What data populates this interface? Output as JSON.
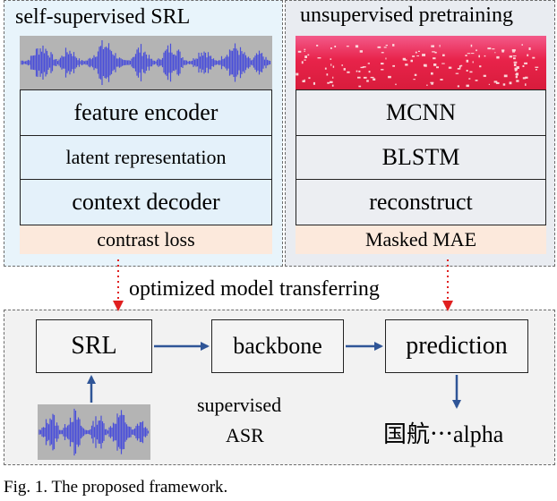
{
  "ssl_panel": {
    "title": "self-supervised SRL",
    "modules": [
      "feature encoder",
      "latent  representation",
      "context decoder"
    ],
    "loss": "contrast  loss"
  },
  "pretrain_panel": {
    "title": "unsupervised pretraining",
    "modules": [
      "MCNN",
      "BLSTM",
      "reconstruct"
    ],
    "loss": "Masked  MAE"
  },
  "transfer_label": "optimized model transferring",
  "asr_panel": {
    "srl": "SRL",
    "backbone": "backbone",
    "prediction": "prediction",
    "task_label": [
      "supervised",
      "ASR"
    ],
    "output_text": "国航⋯alpha"
  },
  "caption": "Fig. 1.  The proposed framework.",
  "colors": {
    "ssl_panel_bg": "#e8f4fb",
    "pretrain_panel_bg": "#e9ecf1",
    "asr_panel_bg": "#f2f2f2",
    "module_blue": "#e4f1fa",
    "module_gray": "#eceef2",
    "loss_bg": "#fce9dc",
    "waveform": "#4a4fd9",
    "arrow_blue": "#2f5597",
    "arrow_red": "#e02020"
  }
}
